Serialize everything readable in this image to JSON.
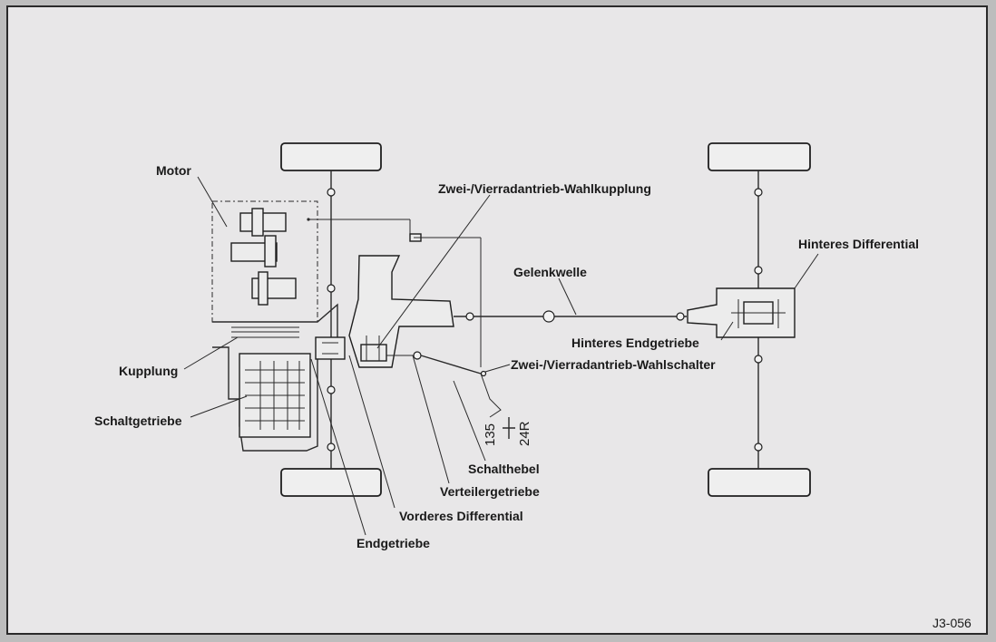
{
  "labels": {
    "motor": "Motor",
    "kupplung": "Kupplung",
    "schaltgetriebe": "Schaltgetriebe",
    "wahlkupplung": "Zwei-/Vierradantrieb-Wahlkupplung",
    "gelenkwelle": "Gelenkwelle",
    "hinteres_differential": "Hinteres Differential",
    "hinteres_endgetriebe": "Hinteres Endgetriebe",
    "wahlschalter": "Zwei-/Vierradantrieb-Wahlschalter",
    "schalthebel": "Schalthebel",
    "verteilergetriebe": "Verteilergetriebe",
    "vorderes_differential": "Vorderes Differential",
    "endgetriebe": "Endgetriebe"
  },
  "shift_pattern": {
    "top": "135",
    "bottom": "24R"
  },
  "figure_code": "J3-056"
}
